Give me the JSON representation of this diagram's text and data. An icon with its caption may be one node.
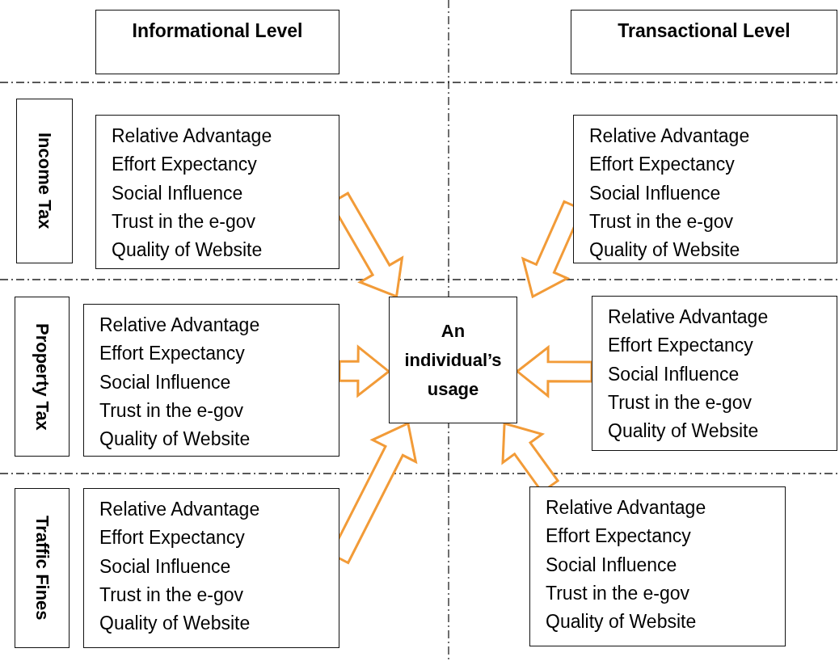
{
  "diagram": {
    "nodes": [
      {
        "text": [
          "Informational Level"
        ]
      },
      {
        "text": [
          "Transactional Level"
        ]
      },
      {
        "text": [
          "Income Tax"
        ]
      },
      {
        "text": [
          "Property Tax"
        ]
      },
      {
        "text": [
          "Traffic Fines"
        ]
      },
      {
        "text": [
          "Relative Advantage",
          "Effort Expectancy",
          "Social Influence",
          "Trust in the e-gov",
          "Quality of Website"
        ]
      },
      {
        "text": [
          "Relative Advantage",
          "Effort Expectancy",
          "Social Influence",
          "Trust in the e-gov",
          "Quality of Website"
        ]
      },
      {
        "text": [
          "Relative Advantage",
          "Effort Expectancy",
          "Social Influence",
          "Trust in the e-gov",
          "Quality of Website"
        ]
      },
      {
        "text": [
          "An individual’s usage"
        ]
      },
      {
        "text": [
          "Relative Advantage",
          "Effort Expectancy",
          "Social Influence",
          "Trust in the e-gov",
          "Quality of Website"
        ]
      },
      {
        "text": [
          "Relative Advantage",
          "Effort Expectancy",
          "Social Influence",
          "Trust in the e-gov",
          "Quality of Website"
        ]
      },
      {
        "text": [
          "Relative Advantage",
          "Effort Expectancy",
          "Social Influence",
          "Trust in the e-gov",
          "Quality of Website"
        ]
      }
    ],
    "edges": [
      {
        "from": 5,
        "to": 8,
        "arrow": "to"
      },
      {
        "from": 6,
        "to": 8,
        "arrow": "to"
      },
      {
        "from": 7,
        "to": 8,
        "arrow": "to"
      },
      {
        "from": 9,
        "to": 8,
        "arrow": "to"
      },
      {
        "from": 10,
        "to": 8,
        "arrow": "to"
      },
      {
        "from": 11,
        "to": 8,
        "arrow": "to"
      }
    ]
  }
}
